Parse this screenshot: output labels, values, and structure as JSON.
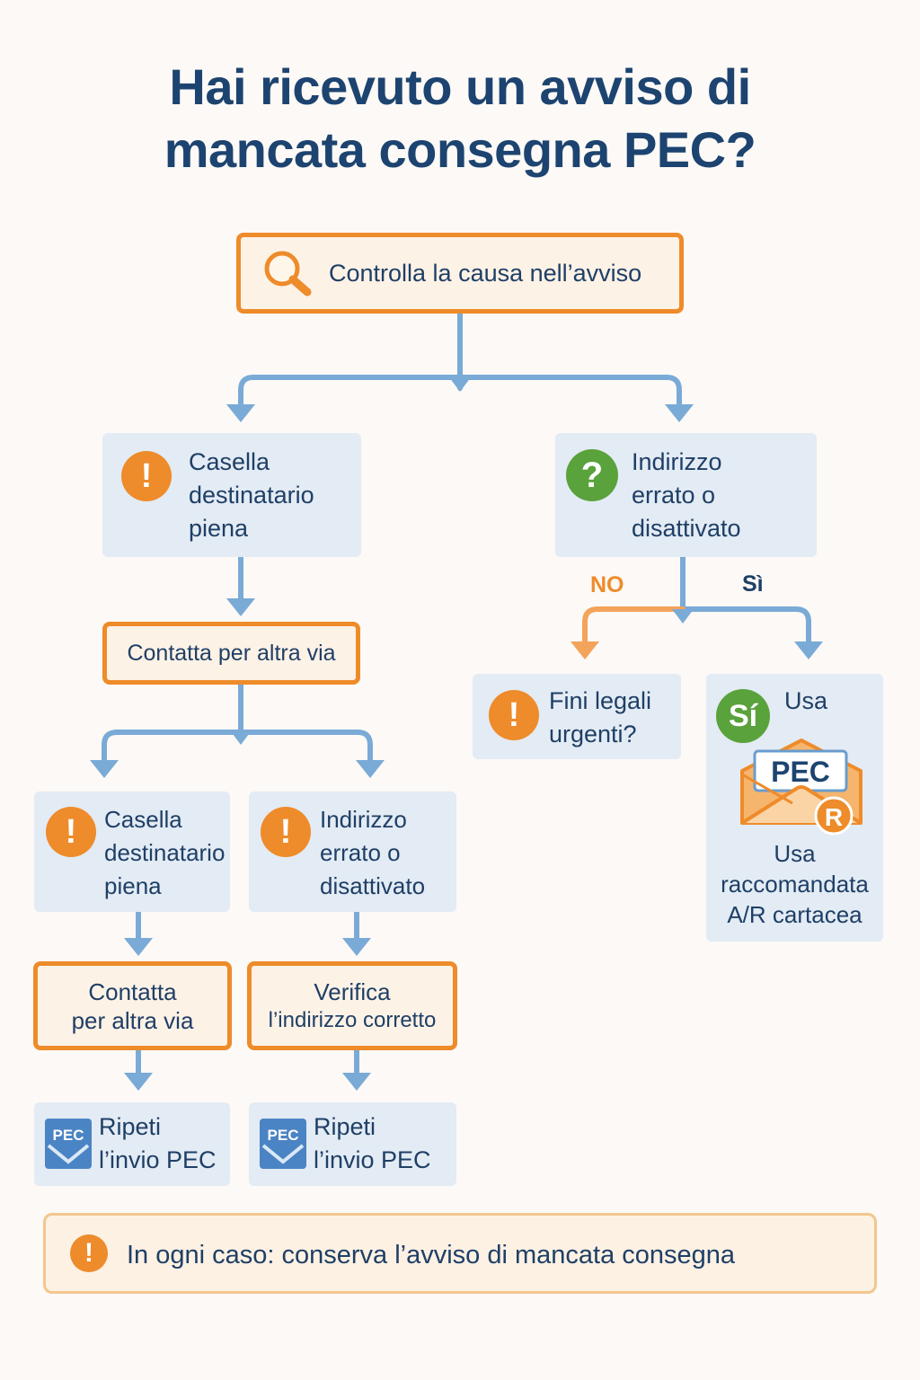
{
  "title": {
    "line1": "Hai ricevuto un avviso di",
    "line2": "mancata consegna PEC?"
  },
  "start": {
    "label": "Controlla la causa nell’avviso",
    "icon": "magnifier-icon"
  },
  "left": {
    "cause": {
      "icon": "exclamation-icon",
      "lines": [
        "Casella",
        "destinatario",
        "piena"
      ]
    },
    "action": {
      "label": "Contatta per altra via"
    },
    "sub_left": {
      "cause": {
        "icon": "exclamation-icon",
        "lines": [
          "Casella",
          "destinatario",
          "piena"
        ]
      },
      "action": {
        "lines": [
          "Contatta",
          "per altra via"
        ]
      },
      "result": {
        "icon": "pec-icon",
        "badge": "PEC",
        "lines": [
          "Ripeti",
          "l’invio PEC"
        ]
      }
    },
    "sub_right": {
      "cause": {
        "icon": "exclamation-icon",
        "lines": [
          "Indirizzo",
          "errato o",
          "disattivato"
        ]
      },
      "action": {
        "lines": [
          "Verifica",
          "l’indirizzo corretto"
        ]
      },
      "result": {
        "icon": "pec-icon",
        "badge": "PEC",
        "lines": [
          "Ripeti",
          "l’invio PEC"
        ]
      }
    }
  },
  "right": {
    "cause": {
      "icon": "question-icon",
      "symbol": "?",
      "lines": [
        "Indirizzo",
        "errato o",
        "disattivato"
      ]
    },
    "branch_no": "NO",
    "branch_yes": "Sì",
    "no_box": {
      "icon": "exclamation-icon",
      "lines": [
        "Fini legali",
        "urgenti?"
      ]
    },
    "yes_box": {
      "badge": "Sí",
      "top_label": "Usa",
      "envelope_label": "PEC",
      "envelope_mark": "R",
      "lines": [
        "Usa",
        "raccomandata",
        "A/R cartacea"
      ]
    }
  },
  "note": {
    "icon": "exclamation-icon",
    "text": "In ogni caso: conserva l’avviso di mancata consegna"
  },
  "colors": {
    "navy": "#1d4470",
    "orange": "#ee8b2a",
    "light_blue_box": "#e3ebf4",
    "arrow_blue": "#7aaad6",
    "green": "#5aa23c"
  }
}
